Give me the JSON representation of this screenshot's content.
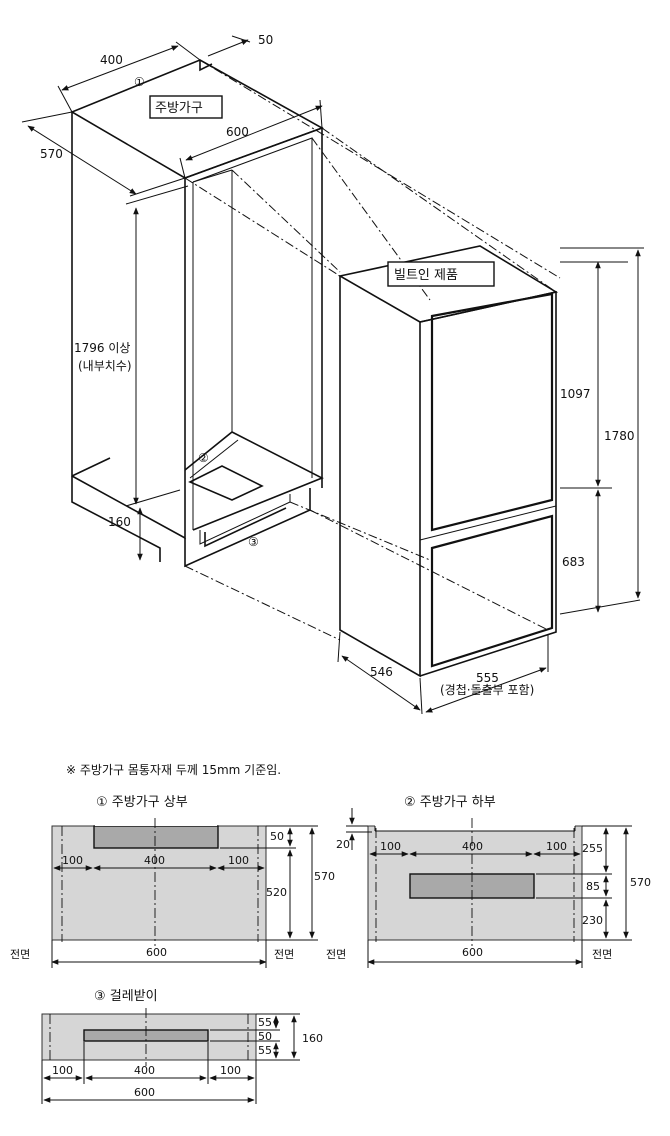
{
  "iso": {
    "cabinet_label": "주방가구",
    "product_label": "빌트인 제품",
    "circle1": "①",
    "circle2": "②",
    "circle3": "③",
    "dim_400": "400",
    "dim_50": "50",
    "dim_570": "570",
    "dim_600": "600",
    "dim_1796": "1796 이상",
    "dim_1796_sub": "(내부치수)",
    "dim_160": "160",
    "dim_1097": "1097",
    "dim_683": "683",
    "dim_1780": "1780",
    "dim_546": "546",
    "dim_555": "555",
    "dim_555_sub": "(경첩·돌출부 포함)"
  },
  "note": "※  주방가구 몸통자재 두께 15mm 기준임.",
  "top_view": {
    "title": "①  주방가구 상부",
    "d50": "50",
    "d520": "520",
    "d570": "570",
    "d100a": "100",
    "d400": "400",
    "d100b": "100",
    "d600": "600",
    "front_left": "전면",
    "front_right": "전면"
  },
  "bottom_view": {
    "title": "②  주방가구 하부",
    "d20": "20",
    "d255": "255",
    "d85": "85",
    "d230": "230",
    "d570": "570",
    "d100a": "100",
    "d400": "400",
    "d100b": "100",
    "d600": "600",
    "front_left": "전면",
    "front_right": "전면"
  },
  "plinth_view": {
    "title": "③  걸레받이",
    "d55a": "55",
    "d50": "50",
    "d55b": "55",
    "d160": "160",
    "d100a": "100",
    "d400": "400",
    "d100b": "100",
    "d600": "600"
  }
}
